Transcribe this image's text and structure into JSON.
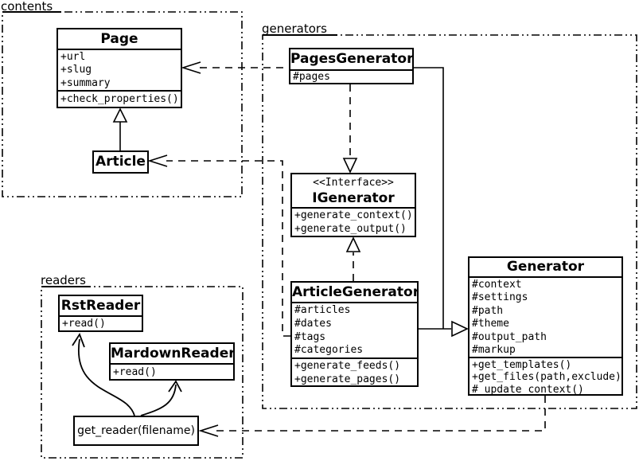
{
  "diagram_title": "",
  "packages": {
    "contents": {
      "label": "contents"
    },
    "generators": {
      "label": "generators"
    },
    "readers": {
      "label": "readers"
    }
  },
  "classes": {
    "page": {
      "name": "Page",
      "attributes": [
        "+url",
        "+slug",
        "+summary"
      ],
      "methods": [
        "+check_properties()"
      ]
    },
    "article": {
      "name": "Article"
    },
    "pages_generator": {
      "name": "PagesGenerator",
      "attributes": [
        "#pages"
      ]
    },
    "igenerator": {
      "stereotype": "<<Interface>>",
      "name": "IGenerator",
      "methods": [
        "+generate_context()",
        "+generate_output()"
      ]
    },
    "article_generator": {
      "name": "ArticleGenerator",
      "attributes": [
        "#articles",
        "#dates",
        "#tags",
        "#categories"
      ],
      "methods": [
        "+generate_feeds()",
        "+generate_pages()"
      ]
    },
    "generator": {
      "name": "Generator",
      "attributes": [
        "#context",
        "#settings",
        "#path",
        "#theme",
        "#output_path",
        "#markup"
      ],
      "methods": [
        "+get_templates()",
        "+get_files(path,exclude)",
        "#_update_context()"
      ]
    },
    "rst_reader": {
      "name": "RstReader",
      "methods": [
        "+read()"
      ]
    },
    "mardown_reader": {
      "name": "MardownReader",
      "methods": [
        "+read()"
      ]
    },
    "get_reader": {
      "name": "get_reader(filename)"
    }
  },
  "relations": [
    {
      "from": "Article",
      "to": "Page",
      "type": "inheritance"
    },
    {
      "from": "PagesGenerator",
      "to": "Page",
      "type": "dependency"
    },
    {
      "from": "ArticleGenerator",
      "to": "Article",
      "type": "dependency"
    },
    {
      "from": "PagesGenerator",
      "to": "IGenerator",
      "type": "realization"
    },
    {
      "from": "ArticleGenerator",
      "to": "IGenerator",
      "type": "realization"
    },
    {
      "from": "PagesGenerator",
      "to": "Generator",
      "type": "inheritance"
    },
    {
      "from": "ArticleGenerator",
      "to": "Generator",
      "type": "inheritance"
    },
    {
      "from": "Generator",
      "to": "get_reader(filename)",
      "type": "dependency"
    },
    {
      "from": "get_reader(filename)",
      "to": "RstReader",
      "type": "arrow"
    },
    {
      "from": "get_reader(filename)",
      "to": "MardownReader",
      "type": "arrow"
    }
  ],
  "colors": {
    "line": "#000000",
    "background": "#ffffff",
    "box_fill": "#ffffff"
  }
}
